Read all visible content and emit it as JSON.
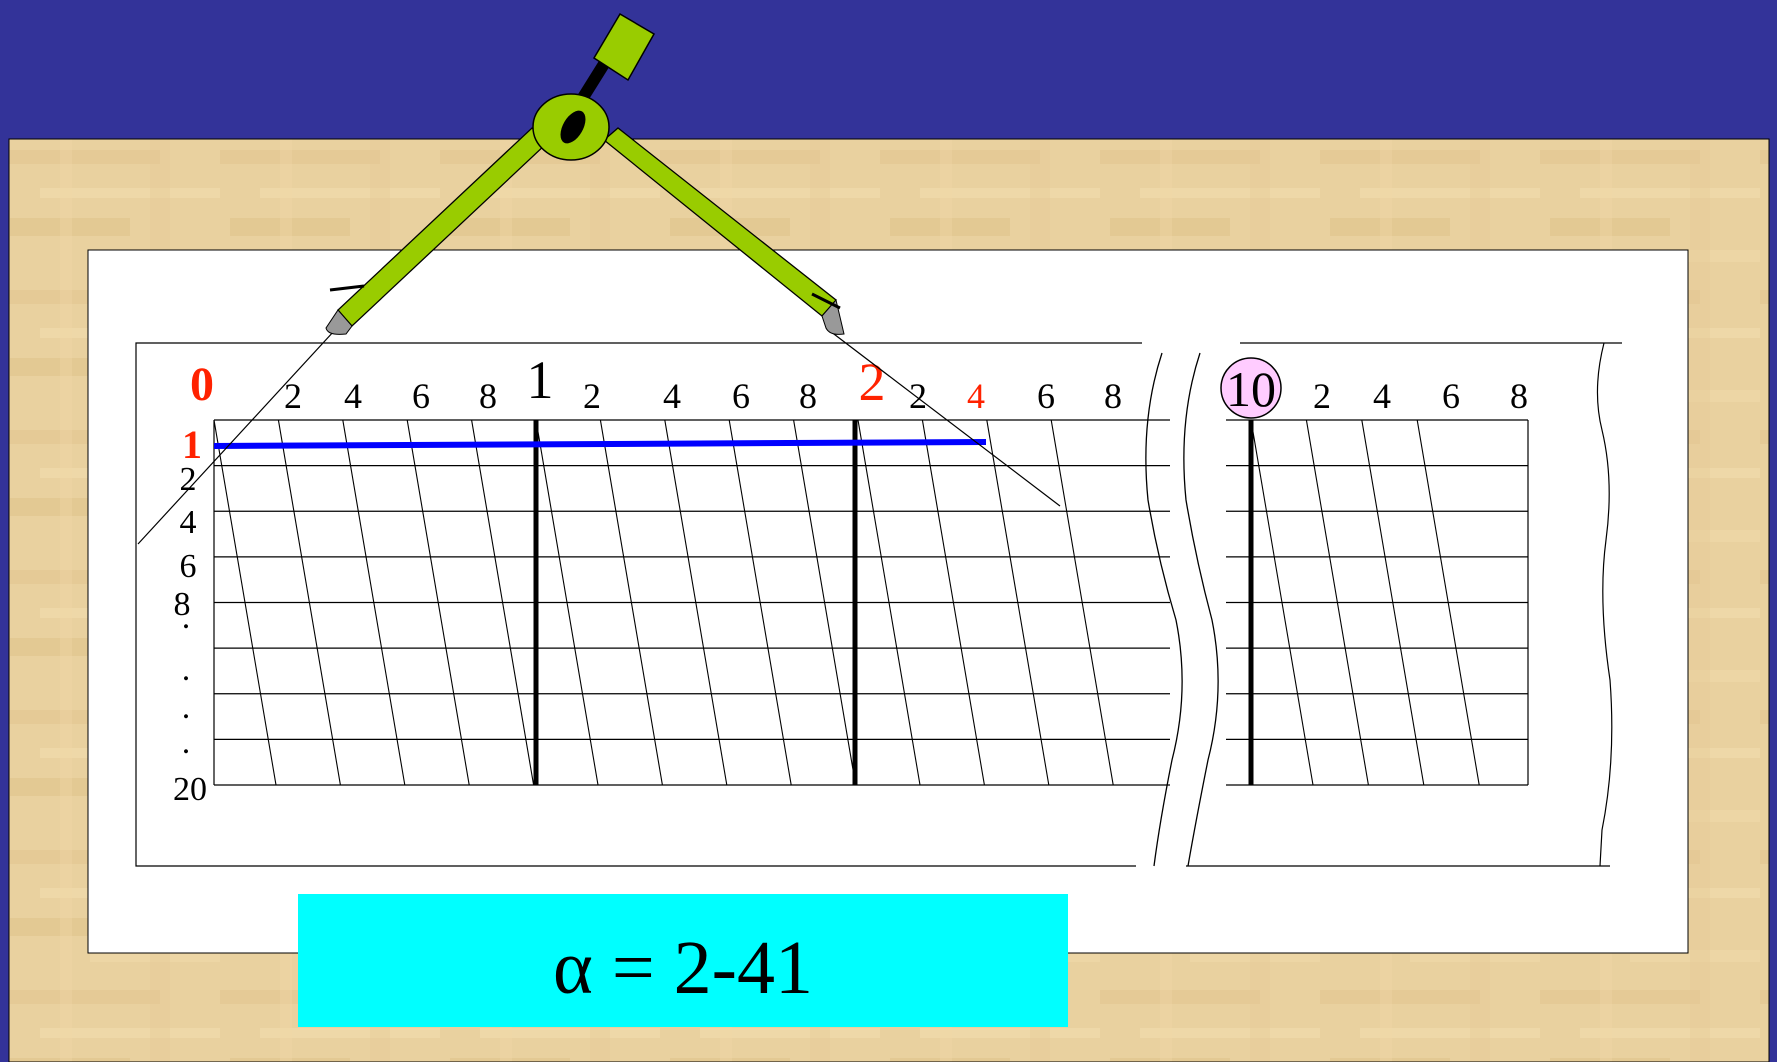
{
  "colors": {
    "background": "#333399",
    "parchment": "#e9d19f",
    "compass": "#99cc00",
    "highlight_line": "#0000ff",
    "accent_red": "#ff2200",
    "answer_box": "#00ffff",
    "circle_highlight": "#ffccff"
  },
  "scale": {
    "top_major_labels": [
      {
        "text": "0",
        "color": "#ff2200",
        "bold": true
      },
      {
        "text": "1",
        "color": "#000000",
        "bold": false
      },
      {
        "text": "2",
        "color": "#ff2200",
        "bold": false
      },
      {
        "text": "10",
        "color": "#000000",
        "bold": false,
        "circled": true
      }
    ],
    "top_minor_labels": [
      {
        "text": "2",
        "color": "#000000"
      },
      {
        "text": "4",
        "color": "#000000"
      },
      {
        "text": "6",
        "color": "#000000"
      },
      {
        "text": "8",
        "color": "#000000"
      },
      {
        "text": "2",
        "color": "#000000"
      },
      {
        "text": "4",
        "color": "#000000"
      },
      {
        "text": "6",
        "color": "#000000"
      },
      {
        "text": "8",
        "color": "#000000"
      },
      {
        "text": "2",
        "color": "#000000"
      },
      {
        "text": "4",
        "color": "#ff2200"
      },
      {
        "text": "6",
        "color": "#000000"
      },
      {
        "text": "8",
        "color": "#000000"
      },
      {
        "text": "2",
        "color": "#000000"
      },
      {
        "text": "4",
        "color": "#000000"
      },
      {
        "text": "6",
        "color": "#000000"
      },
      {
        "text": "8",
        "color": "#000000"
      }
    ],
    "left_labels": [
      {
        "text": "1",
        "color": "#ff2200",
        "bold": true
      },
      {
        "text": "2",
        "color": "#000000",
        "bold": false
      },
      {
        "text": "4",
        "color": "#000000",
        "bold": false
      },
      {
        "text": "6",
        "color": "#000000",
        "bold": false
      },
      {
        "text": "8",
        "color": "#000000",
        "bold": false
      },
      {
        "text": ".",
        "color": "#000000",
        "bold": false
      },
      {
        "text": ".",
        "color": "#000000",
        "bold": false
      },
      {
        "text": ".",
        "color": "#000000",
        "bold": false
      },
      {
        "text": ".",
        "color": "#000000",
        "bold": false
      },
      {
        "text": "20",
        "color": "#000000",
        "bold": false
      }
    ]
  },
  "answer": {
    "text": "α = 2-41"
  },
  "icons": [
    "compass-icon"
  ]
}
